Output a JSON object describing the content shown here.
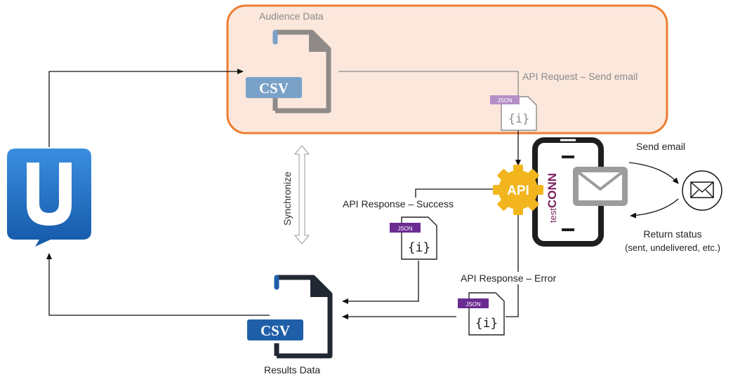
{
  "audience_box": {
    "title": "Audience Data"
  },
  "results": {
    "title": "Results Data"
  },
  "file_badges": {
    "csv": "CSV",
    "json": "JSON",
    "json_glyph": "{i}"
  },
  "api": {
    "label": "API"
  },
  "phone": {
    "brand_prefix": "test",
    "brand_suffix": "CONN"
  },
  "edges": {
    "request": "API Request – Send email",
    "success": "API Response – Success",
    "error": "API Response – Error",
    "send_email": "Send email",
    "return_status_line1": "Return status",
    "return_status_line2": "(sent, undelivered, etc.)",
    "synchronize": "Synchronize"
  },
  "colors": {
    "box_fill": "#fbe7dc",
    "box_border": "#ed7d31",
    "csv_blue": "#1f5fa8",
    "csv_faded": "#7aa1c8",
    "doc_dark": "#222833",
    "doc_faded": "#8f8a88",
    "json_purple": "#6b2c91",
    "json_faded": "#b48fc6",
    "api_gear": "#f2b51e",
    "brand_purple": "#7a1f5c",
    "u_blue": "#1e6fc0"
  }
}
